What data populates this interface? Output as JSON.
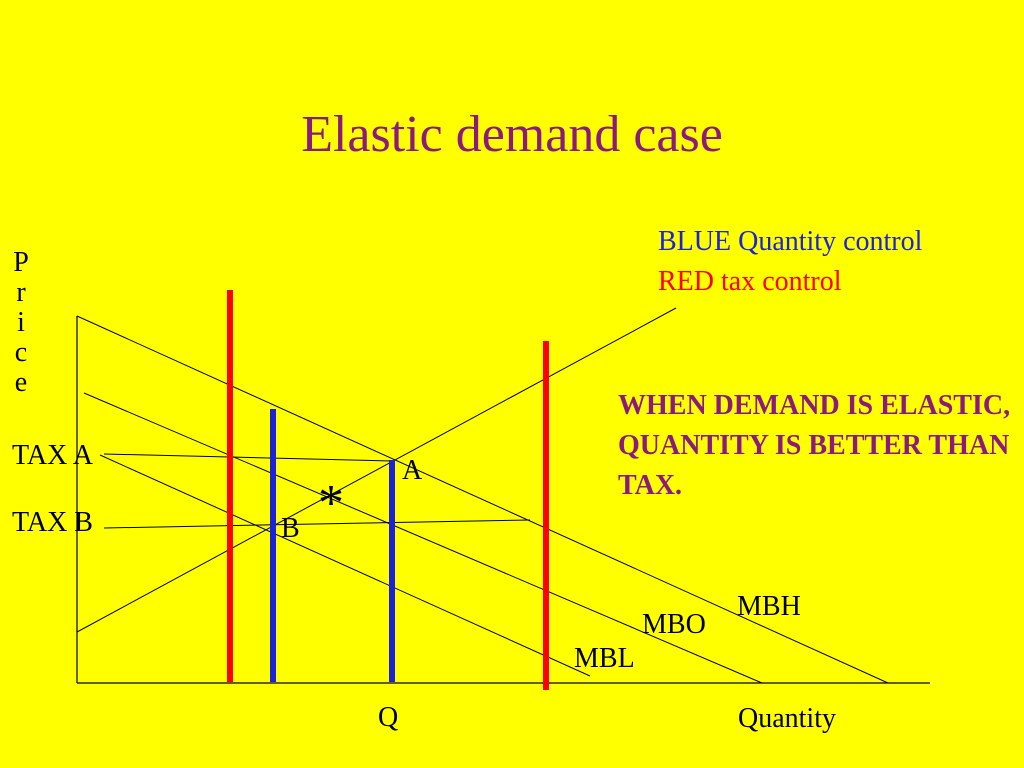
{
  "title": "Elastic  demand case",
  "legend": {
    "blue": "BLUE Quantity control",
    "red": "RED tax control",
    "blue_color": "#1b22d8",
    "red_color": "#ff0000"
  },
  "note": "WHEN DEMAND IS ELASTIC, QUANTITY IS BETTER THAN TAX.",
  "axes": {
    "y_label": "Price",
    "x_label": "Quantity"
  },
  "labels": {
    "tax_a": "TAX A",
    "tax_b": "TAX B",
    "point_a": "A",
    "point_b": "B",
    "q": "Q",
    "mbh": "MBH",
    "mbo": "MBO",
    "mbl": "MBL",
    "star": "*"
  },
  "colors": {
    "background": "#ffff00",
    "title": "#8b1a7e",
    "note": "#8b1a7e"
  }
}
